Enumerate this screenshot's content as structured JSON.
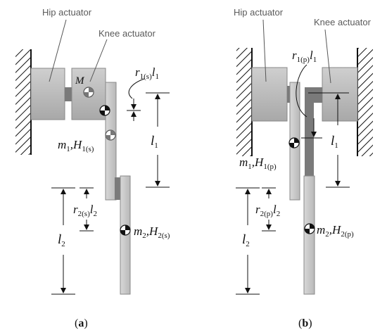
{
  "figure_a": {
    "hip_label": "Hip actuator",
    "knee_label": "Knee actuator",
    "mass_label": "M",
    "r1": {
      "r": "r",
      "sub": "1(s)",
      "l": "l",
      "lsub": "1"
    },
    "l1": {
      "l": "l",
      "sub": "1"
    },
    "m1": {
      "m": "m",
      "msub": "1",
      "H": "H",
      "Hsub": "1(s)"
    },
    "r2": {
      "r": "r",
      "sub": "2(s)",
      "l": "l",
      "lsub": "2"
    },
    "l2": {
      "l": "l",
      "sub": "2"
    },
    "m2": {
      "m": "m",
      "msub": "2",
      "H": "H",
      "Hsub": "2(s)"
    },
    "caption": {
      "open": "(",
      "letter": "a",
      "close": ")"
    }
  },
  "figure_b": {
    "hip_label": "Hip actuator",
    "knee_label": "Knee actuator",
    "r1": {
      "r": "r",
      "sub": "1(p)",
      "l": "l",
      "lsub": "1"
    },
    "l1": {
      "l": "l",
      "sub": "1"
    },
    "m1": {
      "m": "m",
      "msub": "1",
      "H": "H",
      "Hsub": "1(p)"
    },
    "r2": {
      "r": "r",
      "sub": "2(p)",
      "l": "l",
      "lsub": "2"
    },
    "l2": {
      "l": "l",
      "sub": "2"
    },
    "m2": {
      "m": "m",
      "msub": "2",
      "H": "H",
      "Hsub": "2(p)"
    },
    "caption": {
      "open": "(",
      "letter": "b",
      "close": ")"
    }
  },
  "colors": {
    "actuator_fill": "#b4b4b4",
    "link_fill": "#c6c6c6",
    "dark_shaft": "#7a7a7a",
    "label_gray": "#5a5a5a"
  },
  "icons": [
    "wall-hatch-icon",
    "center-of-mass-icon",
    "dimension-arrow-icon"
  ]
}
